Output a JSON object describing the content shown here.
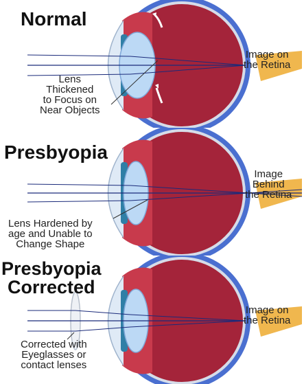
{
  "panels": [
    {
      "title": [
        "Normal"
      ],
      "lens_label": [
        "Lens",
        "Thickened",
        "to Focus on",
        "Near Objects"
      ],
      "image_label": [
        "Image on",
        "the Retina"
      ]
    },
    {
      "title": [
        "Presbyopia"
      ],
      "lens_label": [
        "Lens Hardened by",
        "age and Unable to",
        "Change Shape"
      ],
      "image_label": [
        "Image",
        "Behind",
        "the Retina"
      ]
    },
    {
      "title": [
        "Presbyopia",
        "Corrected"
      ],
      "lens_label": [
        "Corrected with",
        "Eyeglasses or",
        "contact lenses"
      ],
      "image_label": [
        "Image on",
        "the Retina"
      ]
    }
  ],
  "colors": {
    "sclera": "#4a6fd0",
    "choroid": "#d6dce8",
    "vitreous": "#a4243a",
    "ciliary": "#c83a4c",
    "lens": "#bcd9f5",
    "cornea": "#dfeaf6",
    "iris": "#2f7fa6",
    "optic_nerve": "#f0b74e",
    "ray": "#1a2a7a"
  },
  "icons": [
    "eye-cross-section",
    "muscle-arrow-icon",
    "eyeglass-lens-icon"
  ]
}
